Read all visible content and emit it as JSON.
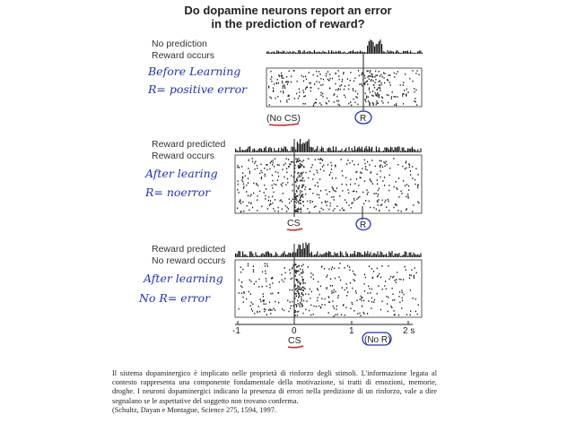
{
  "title": {
    "line1": "Do dopamine neurons report an error",
    "line2": "in the prediction of reward?"
  },
  "panels": [
    {
      "labels": [
        "No prediction",
        "Reward occurs"
      ],
      "annotations": [
        "Before Learning",
        "R= positive error"
      ],
      "markers": [
        "(No CS)",
        "R"
      ]
    },
    {
      "labels": [
        "Reward predicted",
        "Reward occurs"
      ],
      "annotations": [
        "After learing",
        "R= noerror"
      ],
      "markers": [
        "CS",
        "R"
      ]
    },
    {
      "labels": [
        "Reward predicted",
        "No reward occurs"
      ],
      "annotations": [
        "After learning",
        "No R= error"
      ],
      "markers": [
        "CS",
        "(No R)"
      ]
    }
  ],
  "axis": {
    "ticks": [
      "-1",
      "0",
      "1",
      "2 s"
    ]
  },
  "caption": {
    "text": "Il sistema dopaminergico è implicato nelle proprietà di rinforzo degli stimoli. L'informazione legata al contesto rappresenta una componente fondamentale della motivazione, si tratti di emozioni, memorie, droghe. I neuroni dopaminergici indicano la presenza di errori nella predizione di un rinforzo, vale a dire segnalano se le aspettative del soggetto non trovano conferma.",
    "citation": "(Schultz, Dayan e Montague, Science 275, 1594, 1997."
  },
  "colors": {
    "ink": "#1a1a1a",
    "annotation": "#2233bb",
    "underline": "#cc2222"
  }
}
